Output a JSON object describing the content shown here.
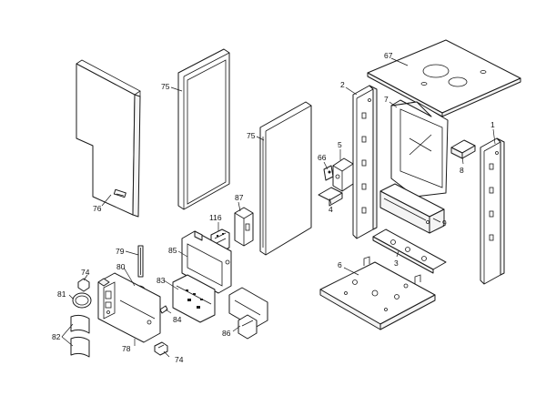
{
  "labels": {
    "p1": "1",
    "p2": "2",
    "p3": "3",
    "p4": "4",
    "p5": "5",
    "p6": "6",
    "p7": "7",
    "p8": "8",
    "p9": "9",
    "p66": "66",
    "p67": "67",
    "p74a": "74",
    "p74b": "74",
    "p75a": "75",
    "p75b": "75",
    "p76": "76",
    "p78": "78",
    "p79": "79",
    "p80": "80",
    "p81": "81",
    "p82": "82",
    "p83": "83",
    "p84": "84",
    "p85": "85",
    "p86": "86",
    "p87": "87",
    "p116": "116"
  }
}
